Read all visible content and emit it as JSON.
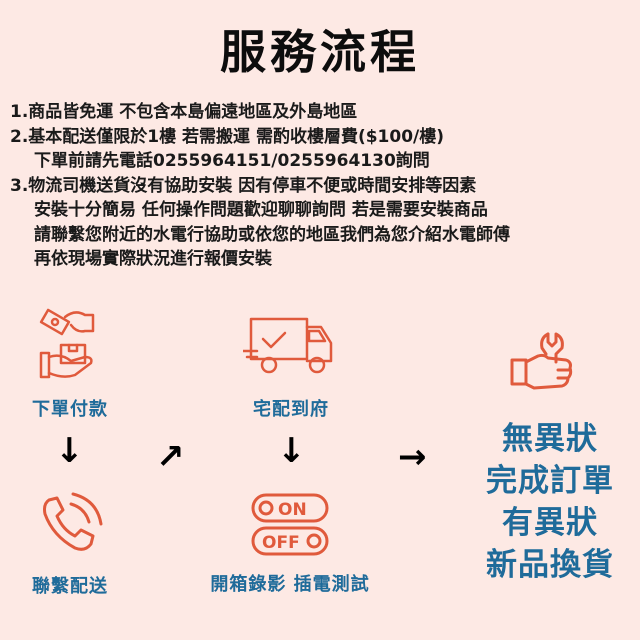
{
  "header": {
    "title": "服務流程"
  },
  "notes": [
    "1.商品皆免運 不包含本島偏遠地區及外島地區",
    "2.基本配送僅限於1樓 若需搬運 需酌收樓層費($100/樓)",
    "下單前請先電話0255964151/0255964130詢問",
    "3.物流司機送貨沒有協助安裝 因有停車不便或時間安排等因素",
    "安裝十分簡易 任何操作問題歡迎聊聊詢問 若是需要安裝商品",
    "請聯繫您附近的水電行協助或依您的地區我們為您介紹水電師傅",
    "再依現場實際狀況進行報價安裝"
  ],
  "steps": [
    {
      "label": "下單付款",
      "icon": "money-box-hands-icon"
    },
    {
      "label": "聯繫配送",
      "icon": "phone-icon"
    },
    {
      "label": "宅配到府",
      "icon": "delivery-truck-icon"
    },
    {
      "label": "開箱錄影 插電測試",
      "icon": "on-off-switch-icon"
    }
  ],
  "switch": {
    "on": "ON",
    "off": "OFF"
  },
  "arrows": {
    "down": "↓",
    "up_right": "↗",
    "right": "→"
  },
  "result": {
    "icon": "hand-wrench-icon",
    "lines": [
      "無異狀",
      "完成訂單",
      "有異狀",
      "新品換貨"
    ]
  },
  "colors": {
    "background": "#fde9e4",
    "icon": "#e05a3c",
    "label": "#1f6b9a",
    "text": "#1a1a1a"
  }
}
